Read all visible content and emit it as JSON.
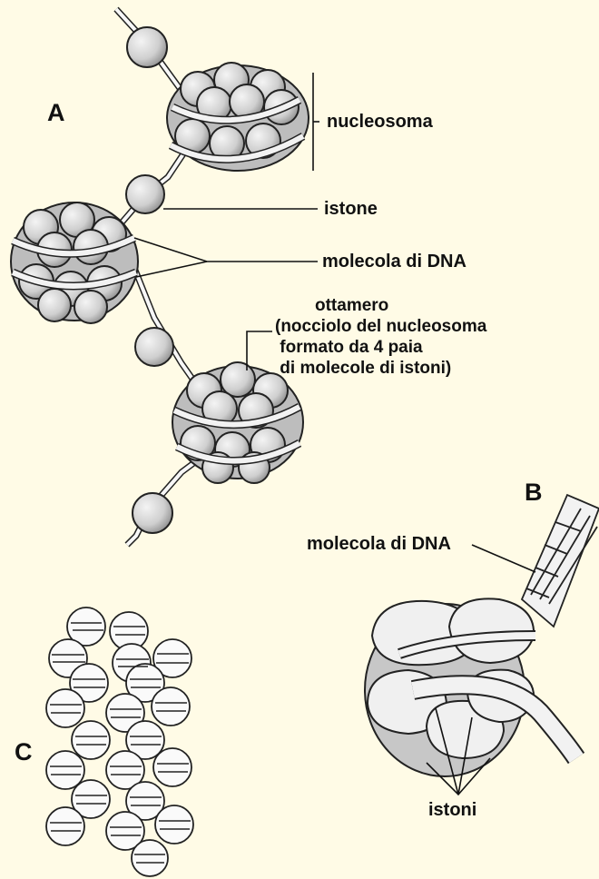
{
  "panels": {
    "a": "A",
    "b": "B",
    "c": "C"
  },
  "labels": {
    "nucleosoma": "nucleosoma",
    "istone": "istone",
    "dna_a": "molecola di DNA",
    "ottamero": [
      "ottamero",
      "(nocciolo del nucleosoma",
      " formato da 4 paia",
      " di molecole di istoni)"
    ],
    "dna_b": "molecola di DNA",
    "istoni": "istoni"
  },
  "colors": {
    "background": "#fffbe6",
    "ink": "#111111",
    "bead": "#d9d9d9",
    "band": "#f2f2f2"
  }
}
